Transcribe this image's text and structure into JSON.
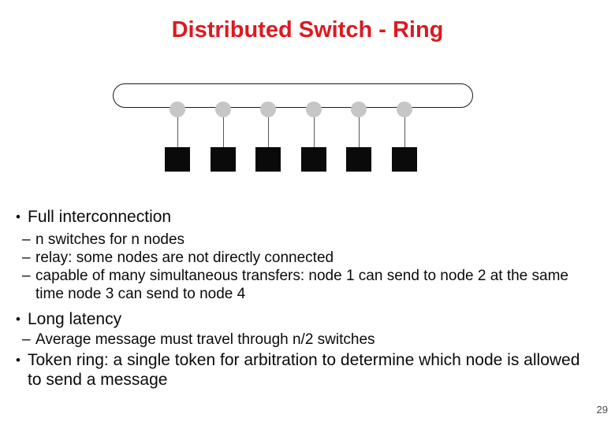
{
  "slide": {
    "title": "Distributed Switch - Ring",
    "page_number": "29"
  },
  "markers": {
    "bullet": "•",
    "dash": "–"
  },
  "colors": {
    "title_red": "#DC1A20",
    "body_text": "#0A0A0A",
    "switch_fill": "#C6C6C6",
    "node_fill": "#0A0A0A",
    "ring_stroke": "#1A1A1A",
    "page_number_gray": "#4D4D4D"
  },
  "diagram": {
    "name": "ring-of-switches-with-nodes",
    "switch_count": 6,
    "node_count": 6
  },
  "content": [
    {
      "label": "Full interconnection",
      "sub": [
        "n switches for n nodes",
        "relay: some nodes are not directly connected",
        "capable of many simultaneous transfers: node 1 can send to node 2 at the same time node 3 can send to node 4"
      ]
    },
    {
      "label": "Long latency",
      "sub": [
        "Average message must travel through n/2 switches"
      ]
    },
    {
      "label": "Token ring: a single token for arbitration to determine which node is allowed to send a message",
      "sub": []
    }
  ]
}
